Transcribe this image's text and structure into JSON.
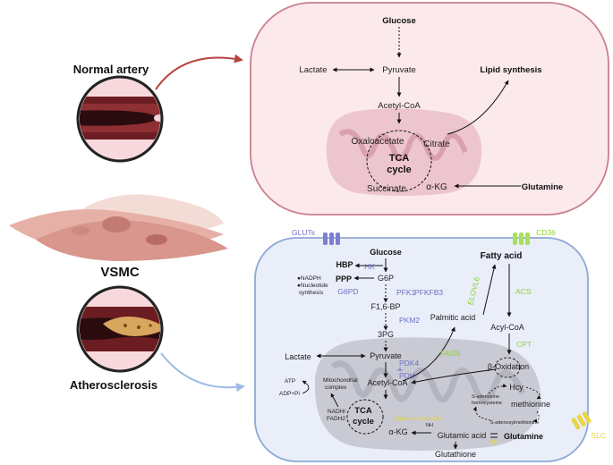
{
  "left": {
    "normal_artery": "Normal artery",
    "vsmc": "VSMC",
    "atherosclerosis": "Atherosclerosis"
  },
  "top_cell": {
    "glucose": "Glucose",
    "pyruvate": "Pyruvate",
    "lactate": "Lactate",
    "acetyl_coa": "Acetyl-CoA",
    "lipid_synthesis": "Lipid synthesis",
    "oxaloacetate": "Oxaloacetate",
    "citrate": "Citrate",
    "tca": "TCA",
    "cycle": "cycle",
    "succinate": "Succinate",
    "akg": "α-KG",
    "glutamine": "Glutamine"
  },
  "bottom_cell": {
    "gluts": "GLUTs",
    "cd36": "CD36",
    "slc": "SLC",
    "glucose": "Glucose",
    "hbp": "HBP",
    "hk": "HK",
    "g6p": "G6P",
    "ppp": "PPP",
    "g6pd": "G6PD",
    "nadph": "●NADPH",
    "nucleotide": "●Nucleotide",
    "synthesis": "synthesis",
    "pfk1": "PFK1",
    "pfkfb3": "PFKFB3",
    "f16bp": "F1,6-BP",
    "pkm2": "PKM2",
    "pg3": "3PG",
    "lactate": "Lactate",
    "pyruvate": "Pyruvate",
    "pdk4": "PDK4",
    "pdh": "PDH",
    "acetyl_coa": "Acetyl-CoA",
    "atp": "ATP",
    "adp_pi": "ADP+Pi",
    "mito_1": "Mitochondrial",
    "mito_2": "complex",
    "nadh": "NADH/",
    "fadh2": "FADH2",
    "tca": "TCA",
    "cycle": "cycle",
    "akg": "α-KG",
    "glutamic_acid": "Glutamic acid",
    "glutamine": "Glutamine",
    "glutathione": "Glutathione",
    "fatty_acid": "Fatty acid",
    "elovl6": "ELOVL6",
    "acs": "ACS",
    "acyl_coa": "Acyl-CoA",
    "cpt": "CPT",
    "palmitic_acid": "Palmitic acid",
    "fasn": "FASN",
    "beta_ox": "β-Oxidation",
    "hcy": "Hcy",
    "sah_1": "S-adenosine",
    "sah_2": "homocysteine",
    "methionine": "methionine",
    "sam": "S-adenosylmethionine",
    "glutamate_ammonia": "Glutamate ammonia",
    "nh": "NH",
    "gls": "GLS"
  },
  "colors": {
    "top_cell_fill": "#fbe9ec",
    "top_cell_border": "#c97f8d",
    "bottom_cell_fill": "#e9eef9",
    "bottom_cell_border": "#8ea8d6",
    "mito_top": "#edc5cf",
    "mito_bottom": "#c9cad3",
    "glut_transporter": "#7c7fd2",
    "cd36_transporter": "#a8e05a",
    "slc_transporter": "#e9d44a",
    "red_arrow": "#b5423e",
    "blue_arrow": "#9dbbe4"
  }
}
